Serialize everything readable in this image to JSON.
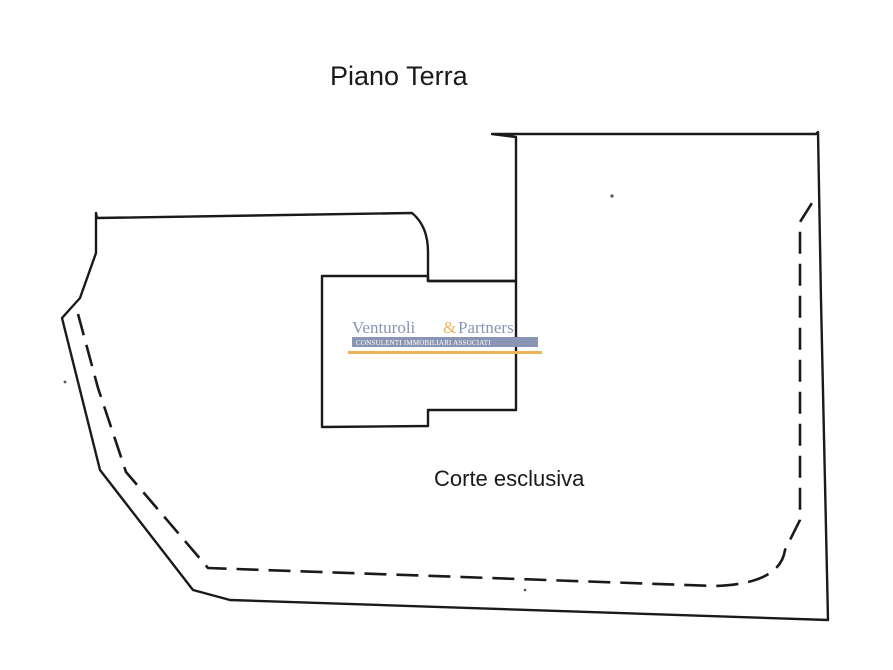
{
  "floor": {
    "title": "Piano Terra"
  },
  "areas": {
    "courtyard_label": "Corte esclusiva"
  },
  "watermark": {
    "name_left": "Venturoli",
    "ampersand": "&",
    "name_right": "Partners",
    "tagline": "CONSULENTI IMMOBILIARI ASSOCIATI",
    "colors": {
      "text": "#8a95b3",
      "band": "#8a95b3",
      "accent": "#e8b55a"
    }
  }
}
